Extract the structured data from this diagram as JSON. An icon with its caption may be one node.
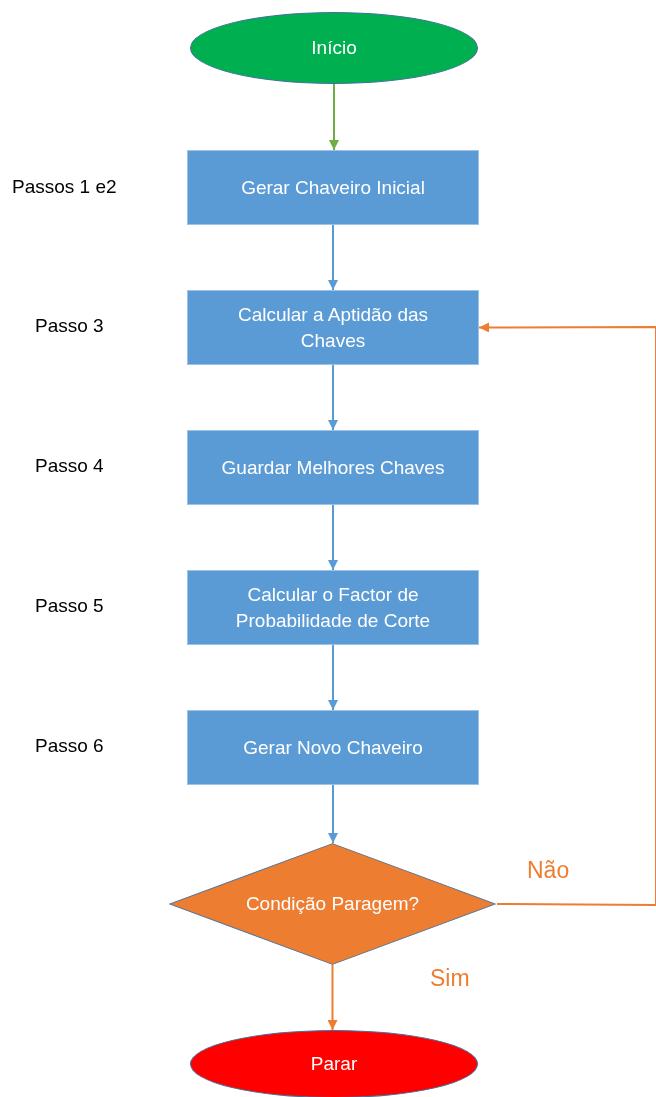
{
  "diagram": {
    "nodes": [
      {
        "text": [
          "Início"
        ]
      },
      {
        "text": [
          "Gerar Chaveiro Inicial"
        ]
      },
      {
        "text": [
          "Calcular a Aptidão das Chaves"
        ]
      },
      {
        "text": [
          "Guardar Melhores Chaves"
        ]
      },
      {
        "text": [
          "Calcular o Factor de Probabilidade de Corte"
        ]
      },
      {
        "text": [
          "Gerar Novo Chaveiro"
        ]
      },
      {
        "text": [
          "Condição Paragem?"
        ]
      },
      {
        "text": [
          "Parar"
        ]
      }
    ],
    "edges": [
      {
        "from": 0,
        "to": 1,
        "arrow": "to",
        "color": "#70ad47"
      },
      {
        "from": 1,
        "to": 2,
        "arrow": "to"
      },
      {
        "from": 2,
        "to": 3,
        "arrow": "to"
      },
      {
        "from": 3,
        "to": 4,
        "arrow": "to"
      },
      {
        "from": 4,
        "to": 5,
        "arrow": "to"
      },
      {
        "from": 5,
        "to": 6,
        "arrow": "to"
      },
      {
        "from": 6,
        "to": 7,
        "arrow": "to",
        "label": "Sim",
        "color": "#ed7d31"
      },
      {
        "from": 6,
        "to": 2,
        "arrow": "to",
        "label": "Não",
        "color": "#ed7d31"
      }
    ],
    "labels": [
      "Passos 1 e2",
      "Passo 3",
      "Passo 4",
      "Passo 5",
      "Passo 6"
    ]
  }
}
